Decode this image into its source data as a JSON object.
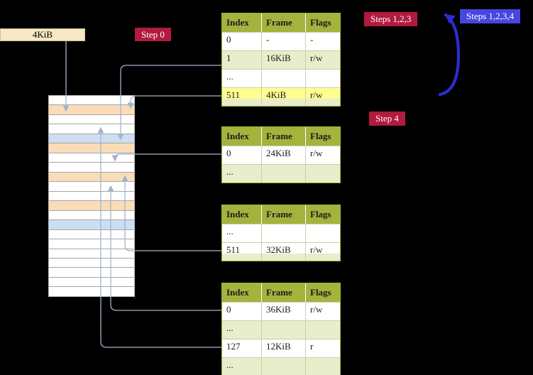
{
  "labels": {
    "frame_box": "4KiB",
    "step0": "Step 0",
    "step4": "Step 4",
    "steps_123": "Steps 1,2,3",
    "steps_1234": "Steps 1,2,3,4"
  },
  "colors": {
    "crimson_badge": "#b01b3e",
    "blue_badge": "#4646e0",
    "table_header_olive": "#a4b33c",
    "zebra_green": "#e8edcb",
    "highlight_yellow": "#ffff8f",
    "frame_peach": "#fbdcb8",
    "frame_blue": "#cdddf2",
    "frame_white": "#ffffff",
    "arrow_light": "#9fb4cc",
    "arrow_blue": "#2c2cd4",
    "frame_box_bg": "#f7e8c3"
  },
  "tables": [
    {
      "name": "page-table-top-level",
      "headers": [
        "Index",
        "Frame",
        "Flags"
      ],
      "rows": [
        {
          "cells": [
            "0",
            "-",
            "-"
          ],
          "zebra": false,
          "hl": null
        },
        {
          "cells": [
            "1",
            "16KiB",
            "r/w"
          ],
          "zebra": true,
          "hl": null
        },
        {
          "cells": [
            "...",
            "",
            ""
          ],
          "zebra": false,
          "hl": null
        },
        {
          "cells": [
            "511",
            "4KiB",
            "r/w"
          ],
          "zebra": true,
          "hl": "yellow"
        }
      ]
    },
    {
      "name": "page-table-second",
      "headers": [
        "Index",
        "Frame",
        "Flags"
      ],
      "rows": [
        {
          "cells": [
            "0",
            "24KiB",
            "r/w"
          ],
          "zebra": false,
          "hl": null
        },
        {
          "cells": [
            "...",
            "",
            ""
          ],
          "zebra": true,
          "hl": null
        }
      ]
    },
    {
      "name": "page-table-third",
      "headers": [
        "Index",
        "Frame",
        "Flags"
      ],
      "rows": [
        {
          "cells": [
            "...",
            "",
            ""
          ],
          "zebra": false,
          "hl": null
        },
        {
          "cells": [
            "511",
            "32KiB",
            "r/w"
          ],
          "zebra": true,
          "hl": "white"
        }
      ]
    },
    {
      "name": "page-table-fourth",
      "headers": [
        "Index",
        "Frame",
        "Flags"
      ],
      "rows": [
        {
          "cells": [
            "0",
            "36KiB",
            "r/w"
          ],
          "zebra": false,
          "hl": null
        },
        {
          "cells": [
            "...",
            "",
            ""
          ],
          "zebra": true,
          "hl": null
        },
        {
          "cells": [
            "127",
            "12KiB",
            "r"
          ],
          "zebra": false,
          "hl": null
        },
        {
          "cells": [
            "...",
            "",
            ""
          ],
          "zebra": true,
          "hl": null
        }
      ]
    }
  ],
  "memory_stack": {
    "row_colors": [
      "white",
      "peach",
      "white",
      "white",
      "blue",
      "peach",
      "white",
      "white",
      "peach",
      "white",
      "white",
      "peach",
      "white",
      "blue",
      "white",
      "white",
      "white",
      "white",
      "white",
      "white",
      "white"
    ]
  }
}
